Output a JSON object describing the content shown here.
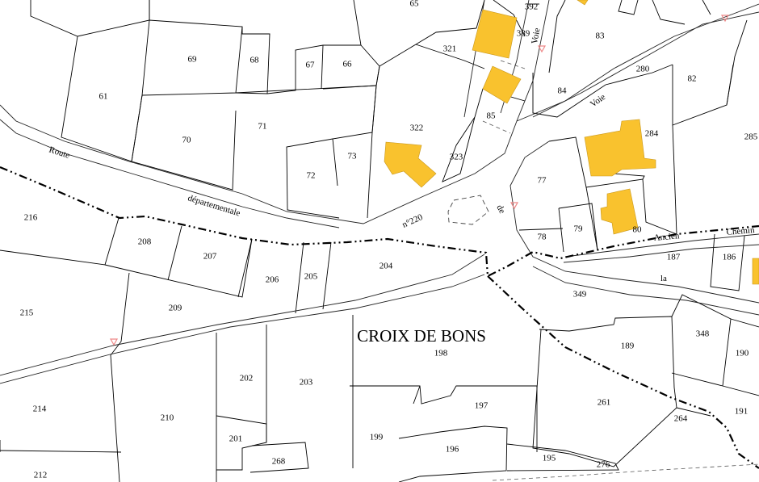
{
  "place_name": "CROIX DE BONS",
  "road_labels": {
    "route": "Route",
    "departementale": "départementale",
    "n220": "n°220",
    "de": "de",
    "voie_top": "Voie",
    "voie_right": "Voie",
    "la": "la",
    "ancien": "Ancien",
    "chemin": "Chemin"
  },
  "parcels": {
    "p65": "65",
    "p392": "392",
    "p389": "389",
    "p83": "83",
    "p321": "321",
    "p69": "69",
    "p68": "68",
    "p67": "67",
    "p66": "66",
    "p61": "61",
    "p280": "280",
    "p82": "82",
    "p84": "84",
    "p322": "322",
    "p85": "85",
    "p71": "71",
    "p70": "70",
    "p73": "73",
    "p72": "72",
    "p323": "323",
    "p284": "284",
    "p285": "285",
    "p77": "77",
    "p216": "216",
    "p208": "208",
    "p207": "207",
    "p206": "206",
    "p205": "205",
    "p204": "204",
    "p79": "79",
    "p78": "78",
    "p80": "80",
    "p187": "187",
    "p186": "186",
    "p349": "349",
    "p215": "215",
    "p209": "209",
    "p348": "348",
    "p189": "189",
    "p190": "190",
    "p198": "198",
    "p202": "202",
    "p203": "203",
    "p261": "261",
    "p197": "197",
    "p214": "214",
    "p210": "210",
    "p264": "264",
    "p191": "191",
    "p201": "201",
    "p199": "199",
    "p196": "196",
    "p268": "268",
    "p195": "195",
    "p276": "276",
    "p212": "212"
  },
  "colors": {
    "building": "#f9c22e",
    "boundary": "#000000",
    "marker": "#e88888",
    "background": "#ffffff"
  }
}
